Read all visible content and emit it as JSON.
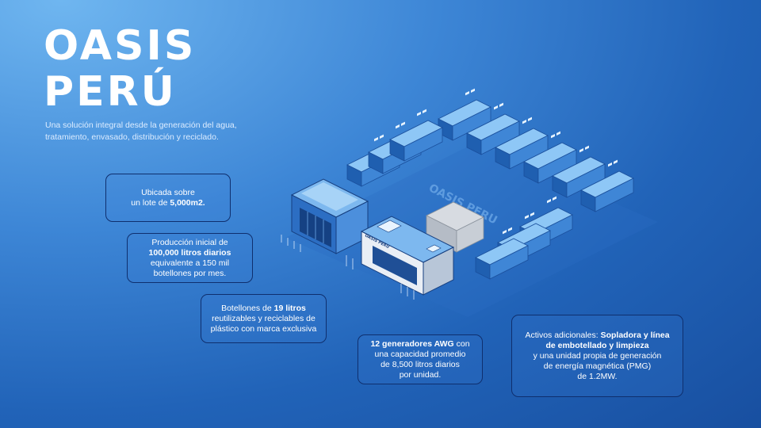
{
  "brand": {
    "line1": "OASIS",
    "line2": "PERÚ",
    "ground_text": "OASIS PERU",
    "container_tag": "OASIS PERU"
  },
  "subtitle": "Una solución integral desde la generación del agua, tratamiento, envasado, distribución y reciclado.",
  "cards": {
    "lot": {
      "t1": "Ubicada sobre",
      "t2": "un lote de ",
      "b1": "5,000m2."
    },
    "production": {
      "t1": "Producción inicial de",
      "b1": "100,000 litros diarios",
      "t2": "equivalente a 150 mil",
      "t3": "botellones por mes."
    },
    "bottles": {
      "t1": "Botellones de ",
      "b1": "19 litros",
      "t2": "reutilizables y reciclables de",
      "t3": "plástico con marca exclusiva"
    },
    "generators": {
      "b1": "12 generadores AWG",
      "t1": " con",
      "t2": "una capacidad promedio",
      "t3": "de 8,500 litros diarios",
      "t4": "por unidad."
    },
    "assets": {
      "t1": "Activos adicionales: ",
      "b1": "Sopladora y línea",
      "b2": "de embotellado y limpieza",
      "t2": "y una unidad propia de generación",
      "t3": "de energía magnética (PMG)",
      "t4": "de 1.2MW."
    }
  },
  "colors": {
    "card_border": "#0f2f6e",
    "container_top": "#8ec7f6",
    "container_side": "#3f86d6",
    "container_dark": "#1f5fb0"
  }
}
